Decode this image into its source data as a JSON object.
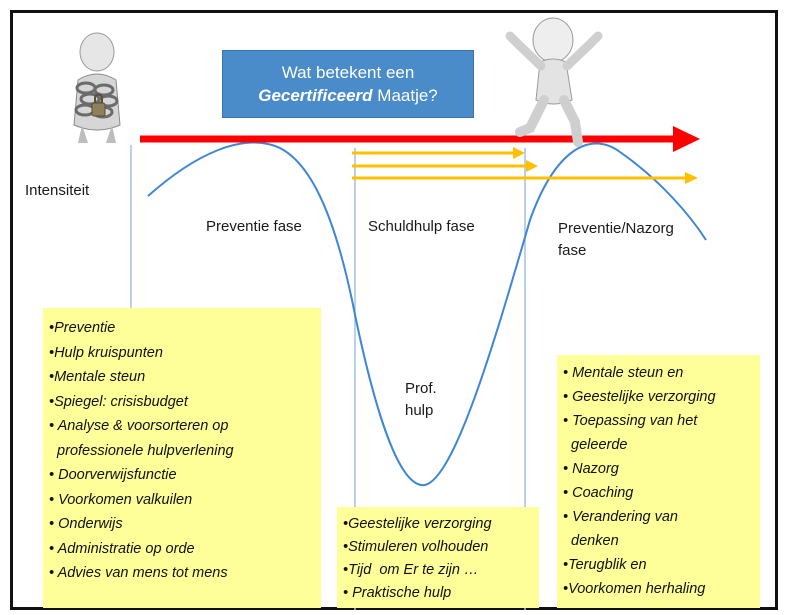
{
  "title": {
    "line1": "Wat  betekent een",
    "line2_bold": "Gecertificeerd",
    "line2_rest": " Maatje?"
  },
  "axis_label": "Intensiteit",
  "phases": {
    "prevention": "Preventie fase",
    "debt_help": "Schuldhulp fase",
    "aftercare_line1": "Preventie/Nazorg",
    "aftercare_line2": "fase",
    "prof_line1": "Prof.",
    "prof_line2": "hulp"
  },
  "left_box": [
    "•Preventie",
    "•Hulp kruispunten",
    "•Mentale steun",
    "•Spiegel: crisisbudget",
    "• Analyse & voorsorteren op",
    "  professionele hulpverlening",
    "• Doorverwijsfunctie",
    "• Voorkomen valkuilen",
    "• Onderwijs",
    "• Administratie op orde",
    "• Advies van mens tot mens"
  ],
  "middle_box": [
    "•Geestelijke verzorging",
    "•Stimuleren volhouden",
    "•Tijd  om Er te zijn …",
    "• Praktische hulp"
  ],
  "right_box": [
    "• Mentale steun en",
    "• Geestelijke verzorging",
    "• Toepassing van het",
    "  geleerde",
    "• Nazorg",
    "• Coaching",
    "• Verandering van",
    "  denken",
    "•Terugblik en",
    "•Voorkomen herhaling"
  ],
  "icons": {
    "left_figure": "person-in-chains-icon",
    "right_figure": "jumping-person-icon"
  },
  "colors": {
    "title_bg": "#4a8bc9",
    "main_arrow": "#ff0000",
    "small_arrows": "#ffc000",
    "curve": "#3f86d4",
    "note_bg": "#ffff99",
    "guide_lines": "#9dc3e6"
  }
}
